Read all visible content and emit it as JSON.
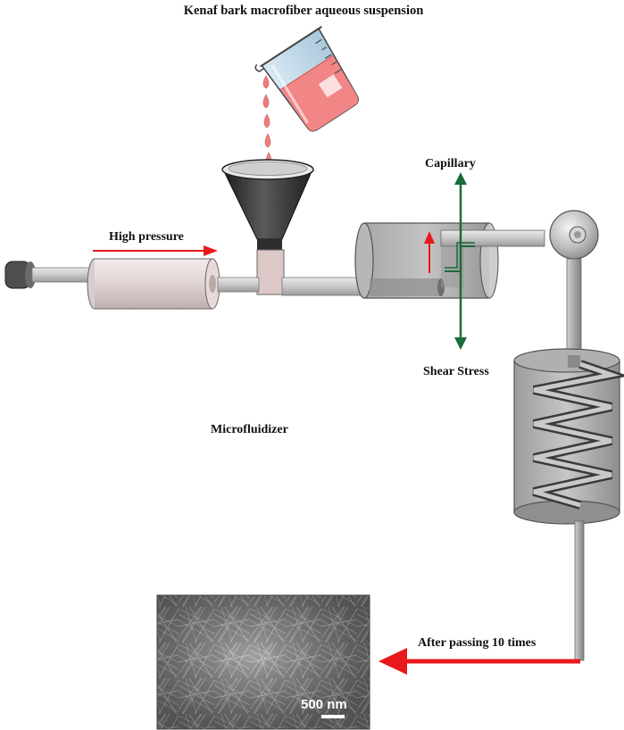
{
  "labels": {
    "title": "Kenaf bark macrofiber aqueous suspension",
    "high_pressure": "High pressure",
    "capillary": "Capillary",
    "shear_stress": "Shear Stress",
    "microfluidizer": "Microfluidizer",
    "after_passing": "After passing 10 times",
    "scale_bar": "500 nm"
  },
  "colors": {
    "liquid": "#f07d7d",
    "beaker_glass": "#cfe3f1",
    "arrow_red": "#e8191c",
    "arrow_green": "#1b6b3c",
    "metal": "#9a9a9a",
    "dark_metal": "#444444",
    "sem_bg": "#6c6c6c"
  },
  "icons": {
    "beaker": "beaker-icon",
    "funnel": "funnel-icon",
    "pump": "piston-pump-icon",
    "chamber": "interaction-chamber-icon",
    "coil": "heat-exchanger-coil-icon",
    "valve": "valve-icon",
    "sem": "sem-micrograph-image"
  }
}
